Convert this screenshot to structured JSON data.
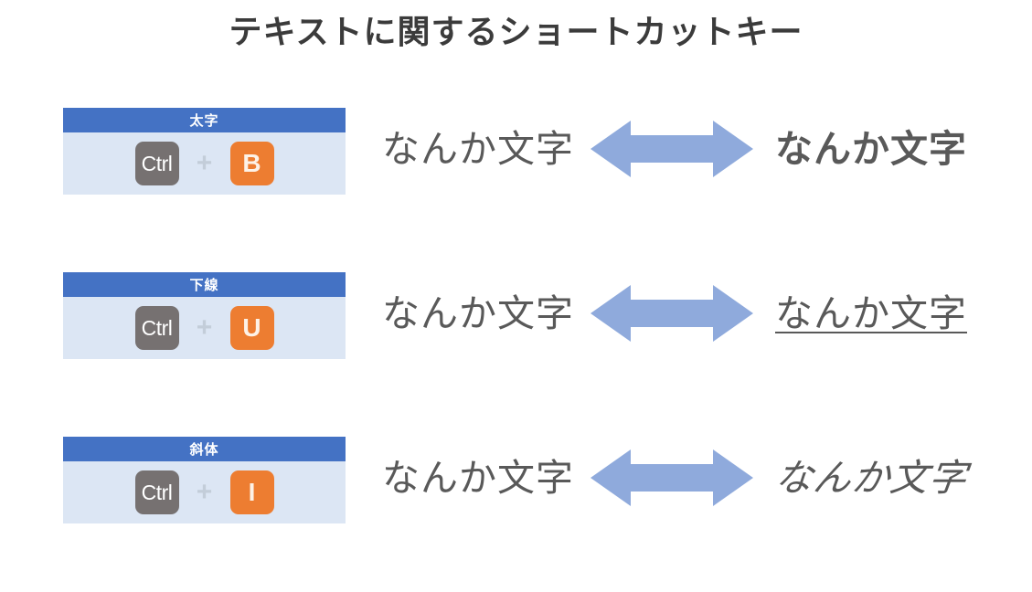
{
  "slide": {
    "title": "テキストに関するショートカットキー",
    "background": "#ffffff"
  },
  "colors": {
    "title_text": "#3b3b3b",
    "header_blue": "#4472c4",
    "body_blue": "#dce6f4",
    "modifier_key": "#767171",
    "letter_key": "#ed7d31",
    "plus_gray": "#c3cdd9",
    "arrow_blue": "#8faadc",
    "demo_text": "#595959"
  },
  "rows": [
    {
      "card": {
        "header_label": "太字",
        "modifier_key": "Ctrl",
        "separator": "+",
        "letter_key": "B"
      },
      "demo": {
        "before_text": "なんか文字",
        "arrow_icon": "double-headed-arrow-icon",
        "after_text": "なんか文字",
        "after_style": "bold"
      }
    },
    {
      "card": {
        "header_label": "下線",
        "modifier_key": "Ctrl",
        "separator": "+",
        "letter_key": "U"
      },
      "demo": {
        "before_text": "なんか文字",
        "arrow_icon": "double-headed-arrow-icon",
        "after_text": "なんか文字",
        "after_style": "underline"
      }
    },
    {
      "card": {
        "header_label": "斜体",
        "modifier_key": "Ctrl",
        "separator": "+",
        "letter_key": "I"
      },
      "demo": {
        "before_text": "なんか文字",
        "arrow_icon": "double-headed-arrow-icon",
        "after_text": "なんか文字",
        "after_style": "italic"
      }
    }
  ]
}
